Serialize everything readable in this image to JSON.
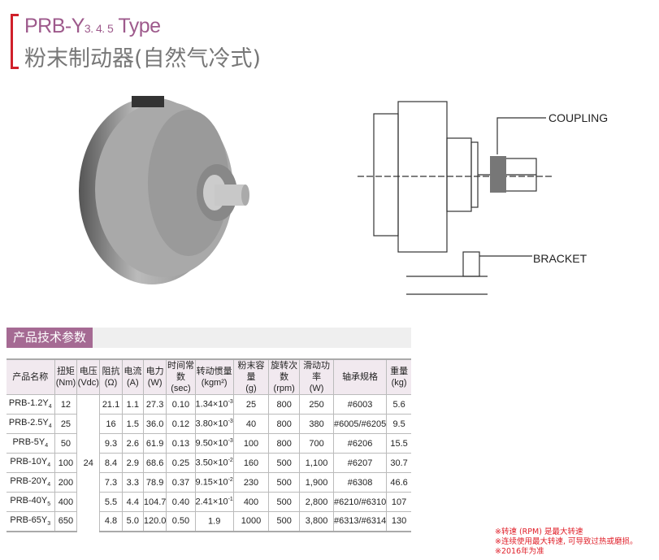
{
  "header": {
    "title_main": "PRB-Y",
    "title_sub": "3. 4. 5",
    "title_suffix": "Type",
    "subtitle": "粉末制动器(自然气冷式)"
  },
  "diagram": {
    "coupling_label": "COUPLING",
    "bracket_label": "BRACKET"
  },
  "section": {
    "title": "产品技术参数"
  },
  "table": {
    "headers": [
      [
        "产品名称",
        ""
      ],
      [
        "扭矩",
        "(Nm)"
      ],
      [
        "电压",
        "(Vdc)"
      ],
      [
        "阻抗",
        "(Ω)"
      ],
      [
        "电流",
        "(A)"
      ],
      [
        "电力",
        "(W)"
      ],
      [
        "时间常数",
        "(sec)"
      ],
      [
        "转动惯量",
        "(kgm²)"
      ],
      [
        "粉末容量",
        "(g)"
      ],
      [
        "旋转次数",
        "(rpm)"
      ],
      [
        "滑动功率",
        "(W)"
      ],
      [
        "轴承规格",
        ""
      ],
      [
        "重量",
        "(kg)"
      ]
    ],
    "voltage": "24",
    "rows": [
      {
        "name": "PRB-1.2Y",
        "sub": "4",
        "torque": "12",
        "ohm": "21.1",
        "amp": "1.1",
        "watt": "27.3",
        "tc": "0.10",
        "inertia": "1.34×10",
        "exp": "-3",
        "powder": "25",
        "rpm": "800",
        "slip": "250",
        "bearing": "#6003",
        "kg": "5.6"
      },
      {
        "name": "PRB-2.5Y",
        "sub": "4",
        "torque": "25",
        "ohm": "16",
        "amp": "1.5",
        "watt": "36.0",
        "tc": "0.12",
        "inertia": "3.80×10",
        "exp": "-3",
        "powder": "40",
        "rpm": "800",
        "slip": "380",
        "bearing": "#6005/#6205",
        "kg": "9.5"
      },
      {
        "name": "PRB-5Y",
        "sub": "4",
        "torque": "50",
        "ohm": "9.3",
        "amp": "2.6",
        "watt": "61.9",
        "tc": "0.13",
        "inertia": "9.50×10",
        "exp": "-3",
        "powder": "100",
        "rpm": "800",
        "slip": "700",
        "bearing": "#6206",
        "kg": "15.5"
      },
      {
        "name": "PRB-10Y",
        "sub": "4",
        "torque": "100",
        "ohm": "8.4",
        "amp": "2.9",
        "watt": "68.6",
        "tc": "0.25",
        "inertia": "3.50×10",
        "exp": "-2",
        "powder": "160",
        "rpm": "500",
        "slip": "1,100",
        "bearing": "#6207",
        "kg": "30.7"
      },
      {
        "name": "PRB-20Y",
        "sub": "4",
        "torque": "200",
        "ohm": "7.3",
        "amp": "3.3",
        "watt": "78.9",
        "tc": "0.37",
        "inertia": "9.15×10",
        "exp": "-2",
        "powder": "230",
        "rpm": "500",
        "slip": "1,900",
        "bearing": "#6308",
        "kg": "46.6"
      },
      {
        "name": "PRB-40Y",
        "sub": "5",
        "torque": "400",
        "ohm": "5.5",
        "amp": "4.4",
        "watt": "104.7",
        "tc": "0.40",
        "inertia": "2.41×10",
        "exp": "-1",
        "powder": "400",
        "rpm": "500",
        "slip": "2,800",
        "bearing": "#6210/#6310",
        "kg": "107"
      },
      {
        "name": "PRB-65Y",
        "sub": "3",
        "torque": "650",
        "ohm": "4.8",
        "amp": "5.0",
        "watt": "120.0",
        "tc": "0.50",
        "inertia": "1.9",
        "exp": "",
        "powder": "1000",
        "rpm": "500",
        "slip": "3,800",
        "bearing": "#6313/#6314",
        "kg": "130"
      }
    ]
  },
  "notes": [
    "※转速 (RPM) 是最大转速",
    "※连续使用最大转速, 可导致过热或磨损。",
    "※2016年为准"
  ]
}
